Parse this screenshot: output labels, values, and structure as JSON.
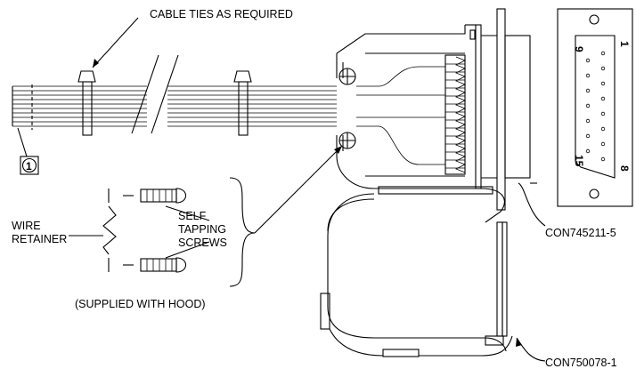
{
  "labels": {
    "cable_ties": "CABLE TIES AS REQUIRED",
    "wire": "WIRE",
    "retainer": "RETAINER",
    "self": "SELF",
    "tapping": "TAPPING",
    "screws": "SCREWS",
    "supplied": "(SUPPLIED WITH HOOD)",
    "connector_part": "CON745211-5",
    "hood_part": "CON750078-1",
    "callout": "1"
  },
  "pin_numbers": {
    "p1": "1",
    "p9": "9",
    "p8": "8",
    "p15": "15"
  }
}
